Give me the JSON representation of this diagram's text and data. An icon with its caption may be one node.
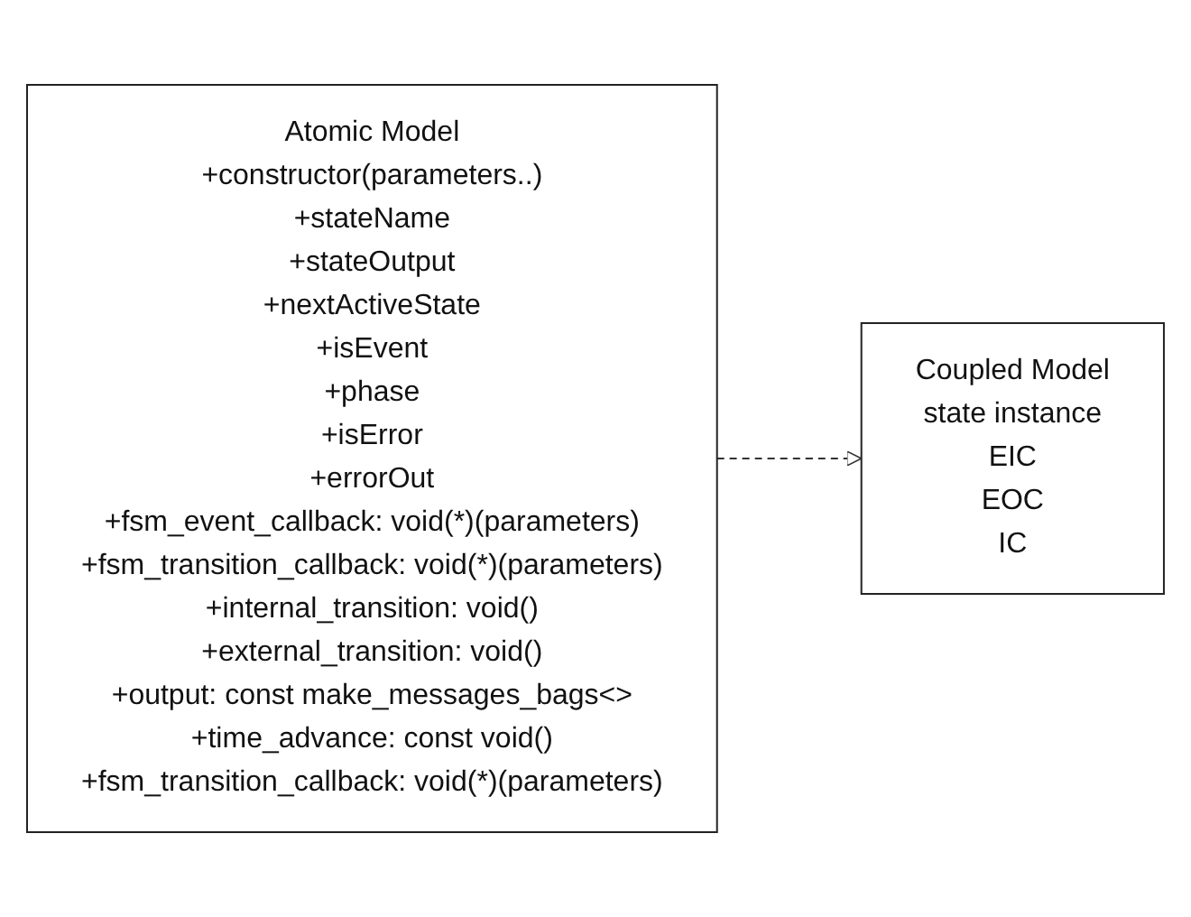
{
  "diagram": {
    "nodes": [
      {
        "text": [
          "Atomic Model",
          "+constructor(parameters..)",
          "+stateName",
          "+stateOutput",
          "+nextActiveState",
          "+isEvent",
          "+phase",
          "+isError",
          "+errorOut",
          "+fsm_event_callback: void(*)(parameters)",
          "+fsm_transition_callback: void(*)(parameters)",
          "+internal_transition: void()",
          "+external_transition: void()",
          "+output: const make_messages_bags<>",
          "+time_advance: const void()",
          "+fsm_transition_callback: void(*)(parameters)"
        ]
      },
      {
        "text": [
          "Coupled Model",
          "state instance",
          "EIC",
          "EOC",
          "IC"
        ]
      }
    ],
    "edges": [
      {
        "from": 0,
        "to": 1,
        "arrow": "to",
        "style": "dashed"
      }
    ]
  }
}
